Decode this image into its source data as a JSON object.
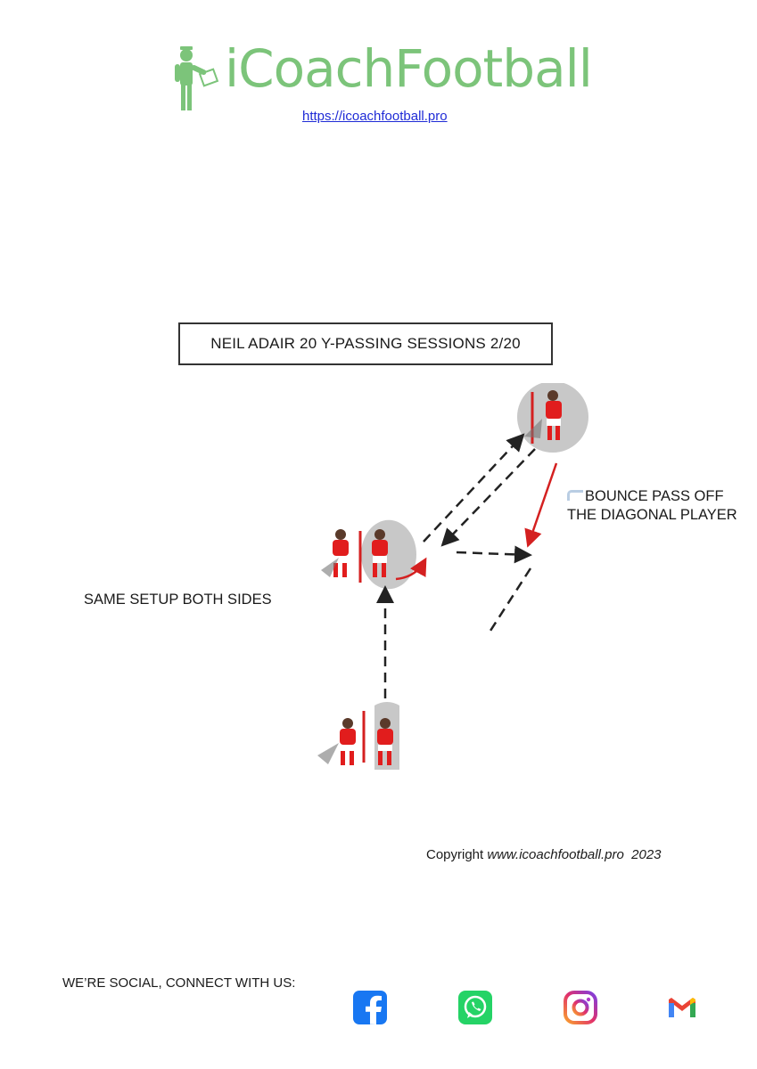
{
  "header": {
    "logo_text": "iCoachFootball",
    "site_link": "https://icoachfootball.pro"
  },
  "session": {
    "title": "NEIL ADAIR 20 Y-PASSING SESSIONS 2/20"
  },
  "annotations": {
    "bounce_pass": "BOUNCE PASS OFF THE DIAGONAL PLAYER",
    "same_setup": "SAME SETUP BOTH SIDES"
  },
  "footer": {
    "copyright_prefix": "Copyright ",
    "copyright_site": "www.icoachfootball.pro",
    "copyright_year": "2023",
    "social_label": "WE’RE SOCIAL, CONNECT WITH US:"
  },
  "icons": [
    "logo-coach-icon",
    "facebook-icon",
    "whatsapp-icon",
    "instagram-icon",
    "gmail-icon"
  ],
  "colors": {
    "logo_green": "#7cc47a",
    "player_red": "#e11d1d",
    "pass_arrow_red": "#d42020",
    "cone_grey": "#c8c8c8",
    "link_blue": "#1f2bd6"
  }
}
